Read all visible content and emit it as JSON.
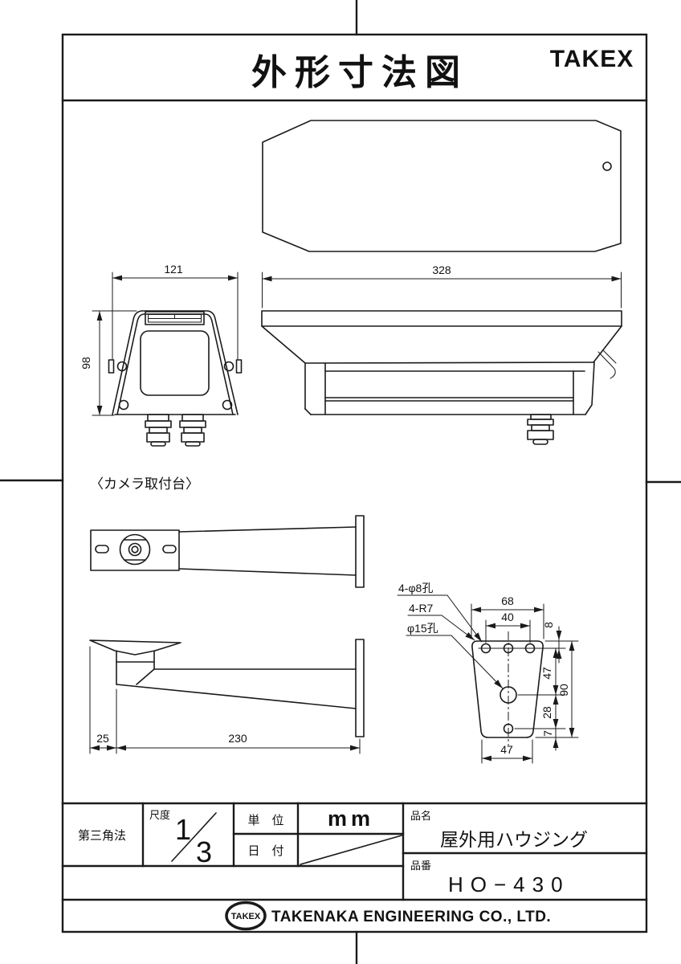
{
  "sheet": {
    "title": "外形寸法図",
    "brand": "TAKEX"
  },
  "views": {
    "bracket_label": "〈カメラ取付台〉"
  },
  "dims": {
    "front_width": "121",
    "front_height": "98",
    "side_length": "328",
    "bracket_offset": "25",
    "bracket_arm": "230",
    "plate_top_width": "68",
    "plate_top_holes_span": "40",
    "plate_top_hole_offset": "8",
    "plate_upper_pitch": "47",
    "plate_height": "90",
    "plate_lower_pitch": "28",
    "plate_bottom_offset": "7",
    "plate_bottom_width": "47"
  },
  "callouts": {
    "holes_phi8": "4-φ8孔",
    "corner_radius": "4-R7",
    "hole_phi15": "φ15孔"
  },
  "title_block": {
    "projection": "第三角法",
    "scale_label": "尺度",
    "scale_num": "1",
    "scale_den": "3",
    "unit_label": "単　位",
    "unit_value": "mm",
    "date_label": "日　付",
    "name_label": "品名",
    "name_value": "屋外用ハウジング",
    "code_label": "品番",
    "code_value": "HO−430"
  },
  "footer": {
    "logo": "TAKEX",
    "company": "TAKENAKA ENGINEERING CO., LTD."
  }
}
